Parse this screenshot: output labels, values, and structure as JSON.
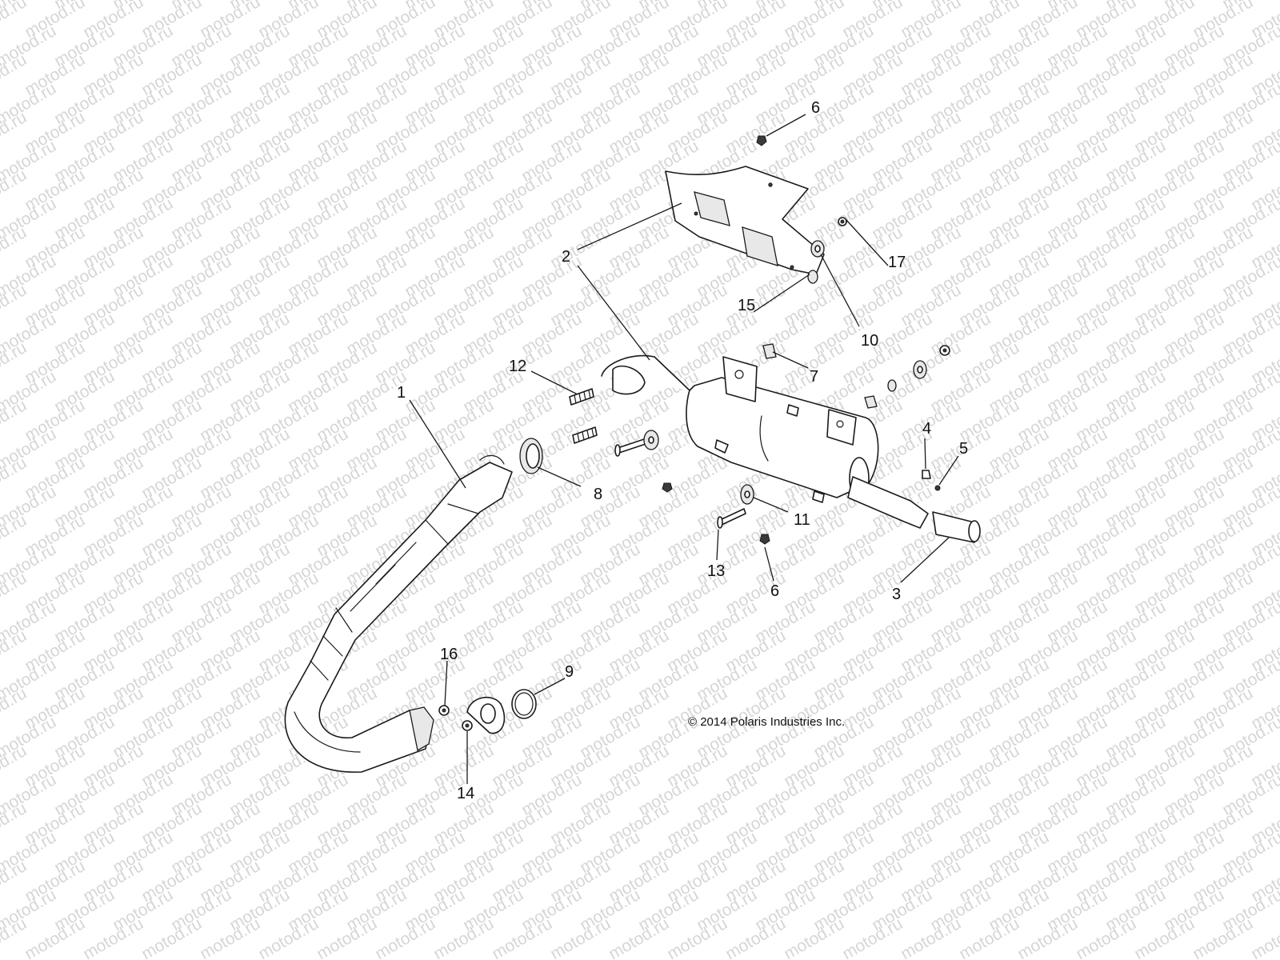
{
  "watermark": {
    "text": "motod.ru"
  },
  "copyright": "© 2014 Polaris Industries Inc.",
  "callouts": {
    "c1": "1",
    "c2": "2",
    "c3": "3",
    "c4": "4",
    "c5": "5",
    "c6a": "6",
    "c6b": "6",
    "c7": "7",
    "c8": "8",
    "c9": "9",
    "c10": "10",
    "c11": "11",
    "c12": "12",
    "c13": "13",
    "c14": "14",
    "c15": "15",
    "c16": "16",
    "c17": "17"
  },
  "parts": [
    {
      "callout": "1",
      "icon": "header-pipe-icon"
    },
    {
      "callout": "2",
      "icon": "muffler-and-heat-shield-icon"
    },
    {
      "callout": "3",
      "icon": "tailpipe-tip-icon"
    },
    {
      "callout": "4",
      "icon": "screw-icon"
    },
    {
      "callout": "5",
      "icon": "nut-icon"
    },
    {
      "callout": "6",
      "icon": "bolt-icon"
    },
    {
      "callout": "7",
      "icon": "bushing-icon"
    },
    {
      "callout": "8",
      "icon": "seal-ring-icon"
    },
    {
      "callout": "9",
      "icon": "gasket-ring-icon"
    },
    {
      "callout": "10",
      "icon": "grommet-icon"
    },
    {
      "callout": "11",
      "icon": "grommet-icon"
    },
    {
      "callout": "12",
      "icon": "spring-icon"
    },
    {
      "callout": "13",
      "icon": "bolt-icon"
    },
    {
      "callout": "14",
      "icon": "nut-icon"
    },
    {
      "callout": "15",
      "icon": "washer-icon"
    },
    {
      "callout": "16",
      "icon": "nut-icon"
    },
    {
      "callout": "17",
      "icon": "nut-icon"
    }
  ]
}
